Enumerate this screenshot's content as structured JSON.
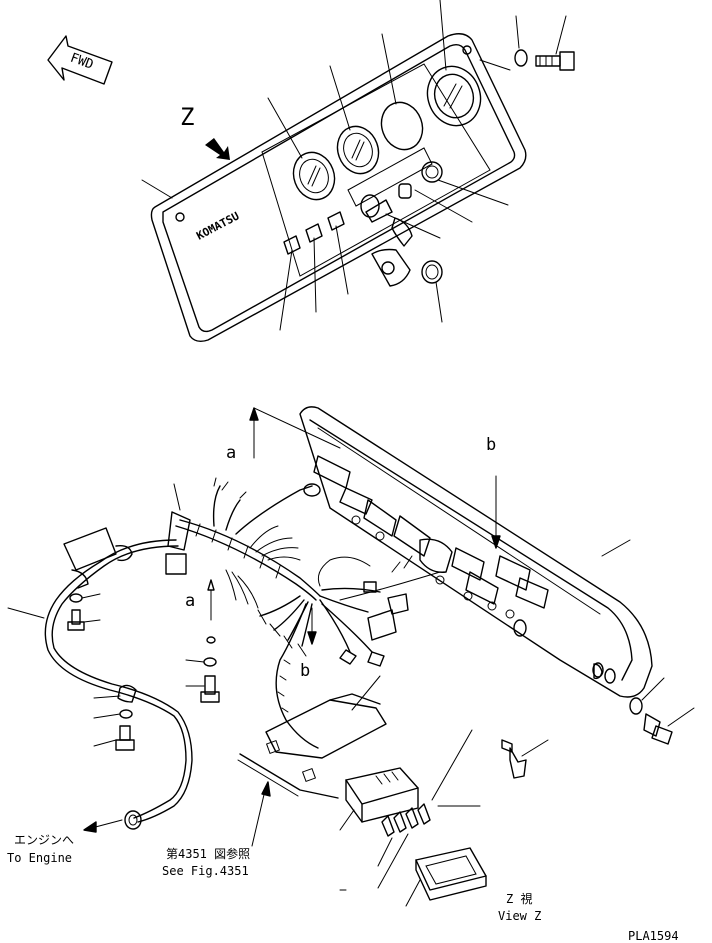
{
  "labels": {
    "fwd": "FWD",
    "z_view_marker": "Z",
    "brand": "KOMATSU",
    "ref_a_top": "a",
    "ref_b_top": "b",
    "ref_a_left": "a",
    "ref_b_left": "b",
    "to_engine_jp": "エンジンへ",
    "to_engine_en": "To Engine",
    "see_fig_jp": "第4351 図参照",
    "see_fig_en": "See Fig.4351",
    "view_z_jp": "Z  視",
    "view_z_en": "View Z",
    "figure_code": "PLA1594"
  }
}
